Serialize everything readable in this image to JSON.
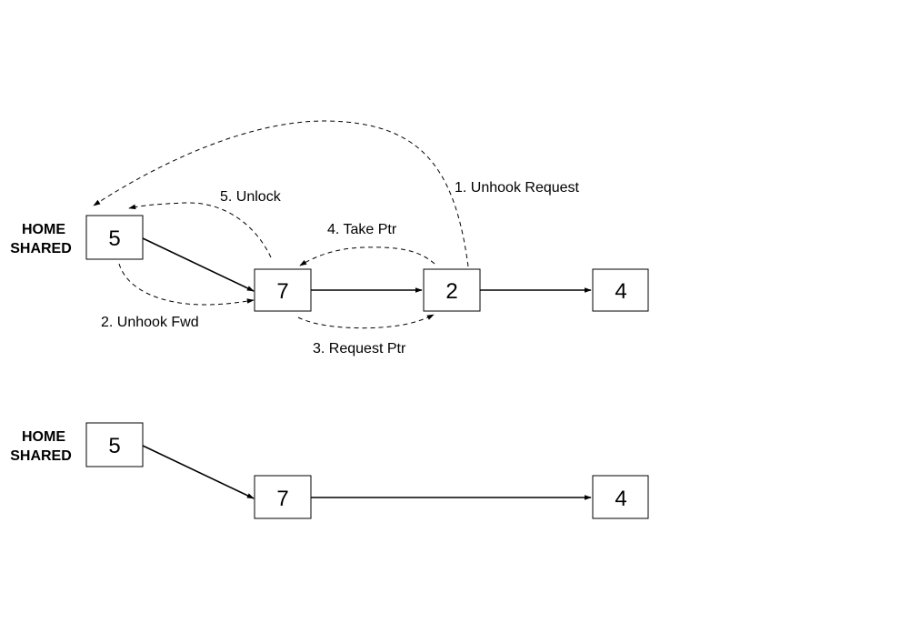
{
  "home_label": [
    "HOME",
    "SHARED"
  ],
  "before": {
    "nodes": [
      "5",
      "7",
      "2",
      "4"
    ],
    "steps": [
      "1. Unhook Request",
      "2. Unhook Fwd",
      "3. Request Ptr",
      "4. Take Ptr",
      "5. Unlock"
    ]
  },
  "after": {
    "nodes": [
      "5",
      "7",
      "4"
    ]
  }
}
